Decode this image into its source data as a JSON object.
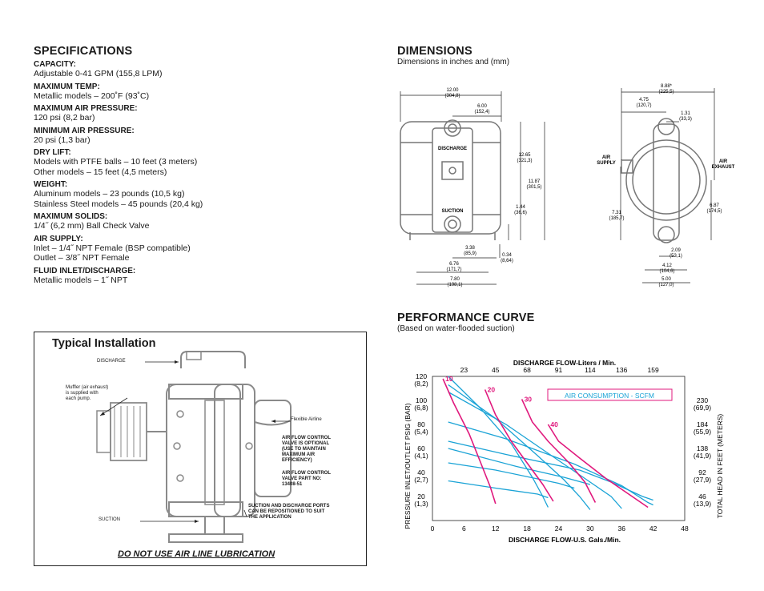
{
  "specifications": {
    "title": "SPECIFICATIONS",
    "items": [
      {
        "label": "CAPACITY:",
        "values": [
          "Adjustable 0-41 GPM (155,8 LPM)"
        ]
      },
      {
        "label": "MAXIMUM TEMP:",
        "values": [
          "Metallic models – 200˚F (93˚C)"
        ]
      },
      {
        "label": "MAXIMUM AIR PRESSURE:",
        "values": [
          "120 psi (8,2 bar)"
        ]
      },
      {
        "label": "MINIMUM AIR PRESSURE:",
        "values": [
          "20 psi (1,3 bar)"
        ]
      },
      {
        "label": "DRY LIFT:",
        "values": [
          "Models with PTFE balls – 10 feet (3 meters)",
          "Other models – 15 feet (4,5 meters)"
        ]
      },
      {
        "label": "WEIGHT:",
        "values": [
          "Aluminum models – 23 pounds (10,5 kg)",
          "Stainless Steel models – 45 pounds (20,4 kg)"
        ]
      },
      {
        "label": "MAXIMUM SOLIDS:",
        "values": [
          "1/4˝ (6,2 mm) Ball Check Valve"
        ]
      },
      {
        "label": "AIR SUPPLY:",
        "values": [
          "Inlet – 1/4˝ NPT Female (BSP compatible)",
          "Outlet – 3/8˝ NPT Female"
        ]
      },
      {
        "label": "FLUID INLET/DISCHARGE:",
        "values": [
          "Metallic models – 1˝ NPT"
        ]
      }
    ]
  },
  "installation": {
    "title": "Typical Installation",
    "discharge": "DISCHARGE",
    "suction": "SUCTION",
    "muffler": [
      "Muffler (air exhaust)",
      "is supplied with",
      "each pump."
    ],
    "airline": "Flexible Airline",
    "valve_optional": [
      "AIR FLOW CONTROL",
      "VALVE IS OPTIONAL",
      "(USE TO MAINTAIN",
      "MAXIMUM AIR",
      "EFFICIENCY)"
    ],
    "valve_part": [
      "AIR FLOW CONTROL",
      "VALVE PART NO:",
      "13408-51"
    ],
    "ports": [
      "SUCTION AND DISCHARGE PORTS",
      "CAN BE REPOSITIONED TO SUIT",
      "THE APPLICATION"
    ],
    "warning": "DO NOT USE AIR LINE LUBRICATION"
  },
  "dimensions": {
    "title": "DIMENSIONS",
    "subtitle": "Dimensions in inches and (mm)",
    "front": {
      "d1": [
        "12.00",
        "(304,8)"
      ],
      "d2": [
        "6.00",
        "(152,4)"
      ],
      "d3": [
        "12.65",
        "(321,3)"
      ],
      "d4": [
        "11.87",
        "(301,5)"
      ],
      "d5": [
        "1.44",
        "(36,6)"
      ],
      "d6": [
        "3.38",
        "(85,9)"
      ],
      "d7": [
        "0.34",
        "(8,64)"
      ],
      "d8": [
        "6.76",
        "(171,7)"
      ],
      "d9": [
        "7.80",
        "(198,1)"
      ],
      "discharge": "DISCHARGE",
      "suction": "SUCTION"
    },
    "side": {
      "d1": [
        "8.88*",
        "(225,5)"
      ],
      "d2": [
        "4.75",
        "(120,7)"
      ],
      "d3": [
        "1.31",
        "(33,3)"
      ],
      "d4": [
        "7.31",
        "(185,7)"
      ],
      "d5": [
        "6.87",
        "(174,5)"
      ],
      "d6": [
        "2.09",
        "(53,1)"
      ],
      "d7": [
        "4.12",
        "(104,6)"
      ],
      "d8": [
        "5.00",
        "(127,0)"
      ],
      "air_supply": [
        "AIR",
        "SUPPLY"
      ],
      "air_exhaust": [
        "AIR",
        "EXHAUST"
      ]
    }
  },
  "performance": {
    "title": "PERFORMANCE CURVE",
    "subtitle": "(Based on water-flooded suction)",
    "top_axis_title": "DISCHARGE FLOW-Liters / Min.",
    "bottom_axis_title": "DISCHARGE FLOW-U.S. Gals./Min.",
    "left_axis_title": "PRESSURE INLET/OUTLET PSIG (BAR)",
    "right_axis_title": "TOTAL HEAD IN FEET (METERS)",
    "air_consumption_label": "AIR CONSUMPTION - SCFM"
  },
  "chart_data": {
    "type": "line",
    "x_range": [
      0,
      48
    ],
    "y_range": [
      0,
      120
    ],
    "x_ticks": [
      "0",
      "6",
      "12",
      "18",
      "24",
      "30",
      "36",
      "42",
      "48"
    ],
    "x2_ticks": [
      "23",
      "45",
      "68",
      "91",
      "114",
      "136",
      "159"
    ],
    "y_ticks": [
      {
        "v": 120,
        "a": "120",
        "b": "(8,2)"
      },
      {
        "v": 100,
        "a": "100",
        "b": "(6,8)"
      },
      {
        "v": 80,
        "a": "80",
        "b": "(5,4)"
      },
      {
        "v": 60,
        "a": "60",
        "b": "(4,1)"
      },
      {
        "v": 40,
        "a": "40",
        "b": "(2,7)"
      },
      {
        "v": 20,
        "a": "20",
        "b": "(1,3)"
      }
    ],
    "y2_ticks": [
      {
        "v": 100,
        "a": "230",
        "b": "(69,9)"
      },
      {
        "v": 80,
        "a": "184",
        "b": "(55,9)"
      },
      {
        "v": 60,
        "a": "138",
        "b": "(41,9)"
      },
      {
        "v": 40,
        "a": "92",
        "b": "(27,9)"
      },
      {
        "v": 20,
        "a": "46",
        "b": "(13,9)"
      }
    ],
    "grid": false,
    "pressure_curves_color": "#1aa3d6",
    "air_curves_color": "#e0197d",
    "pressure_curves": [
      {
        "points": [
          [
            3,
            120
          ],
          [
            9,
            94
          ],
          [
            15,
            64
          ],
          [
            19,
            36
          ],
          [
            21,
            20
          ],
          [
            22,
            11
          ]
        ]
      },
      {
        "points": [
          [
            3,
            113
          ],
          [
            12,
            85
          ],
          [
            20,
            54
          ],
          [
            25,
            34
          ],
          [
            28,
            20
          ],
          [
            30,
            9
          ]
        ]
      },
      {
        "points": [
          [
            3,
            107
          ],
          [
            14,
            80
          ],
          [
            24,
            50
          ],
          [
            30,
            32
          ],
          [
            34,
            20
          ],
          [
            36,
            10
          ]
        ]
      },
      {
        "points": [
          [
            3,
            82
          ],
          [
            14,
            68
          ],
          [
            27,
            47
          ],
          [
            36,
            29
          ],
          [
            41,
            15
          ],
          [
            42,
            13
          ]
        ]
      },
      {
        "points": [
          [
            3,
            66
          ],
          [
            14,
            55
          ],
          [
            28,
            42
          ],
          [
            34,
            32
          ],
          [
            40,
            20
          ],
          [
            42,
            17
          ]
        ]
      },
      {
        "points": [
          [
            3,
            60
          ],
          [
            16,
            45
          ],
          [
            25,
            36
          ],
          [
            30,
            30
          ]
        ]
      },
      {
        "points": [
          [
            3,
            48
          ],
          [
            12,
            42
          ],
          [
            24,
            31
          ],
          [
            27,
            27
          ]
        ]
      },
      {
        "points": [
          [
            3,
            33
          ],
          [
            12,
            27
          ],
          [
            20,
            22
          ],
          [
            22,
            19
          ]
        ]
      }
    ],
    "air_curves": [
      {
        "label": "10",
        "points": [
          [
            2,
            118
          ],
          [
            4,
            98
          ],
          [
            7,
            72
          ],
          [
            9,
            50
          ],
          [
            11,
            28
          ],
          [
            12,
            14
          ]
        ]
      },
      {
        "label": "20",
        "points": [
          [
            10,
            109
          ],
          [
            12,
            88
          ],
          [
            15,
            66
          ],
          [
            18,
            48
          ],
          [
            21,
            30
          ],
          [
            23,
            16
          ]
        ]
      },
      {
        "label": "30",
        "points": [
          [
            17,
            101
          ],
          [
            19,
            82
          ],
          [
            22,
            66
          ],
          [
            26,
            48
          ],
          [
            29,
            32
          ],
          [
            31,
            15
          ]
        ]
      },
      {
        "label": "40",
        "points": [
          [
            22,
            80
          ],
          [
            24,
            66
          ],
          [
            28,
            52
          ],
          [
            33,
            35
          ],
          [
            38,
            20
          ],
          [
            41,
            11
          ]
        ]
      }
    ]
  },
  "colors": {
    "air": "#e0197d",
    "pressure": "#1aa3d6",
    "text": "#1a1a1a"
  }
}
